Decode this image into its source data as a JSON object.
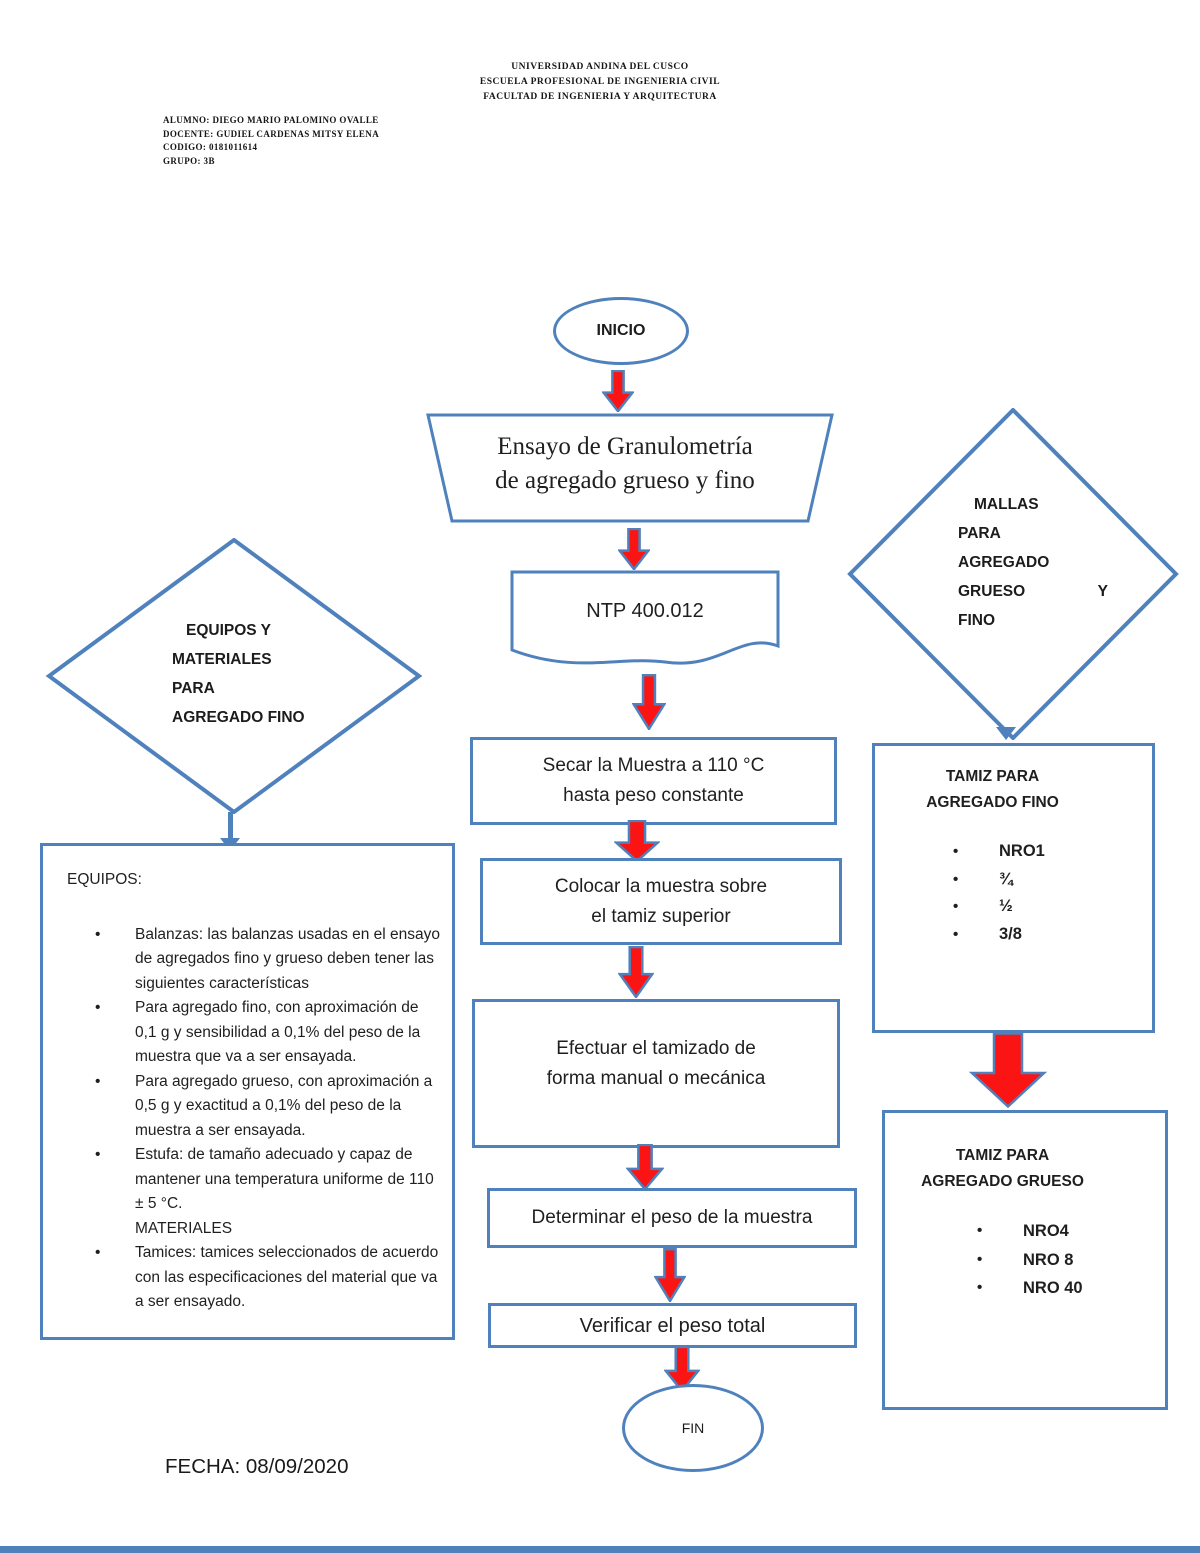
{
  "colors": {
    "shape_border": "#4f81bd",
    "arrow_fill": "#fb1414",
    "arrow_border": "#4f81bd",
    "bottom_bar": "#4f81bd"
  },
  "header": {
    "line1": "UNIVERSIDAD ANDINA DEL CUSCO",
    "line2": "ESCUELA PROFESIONAL DE INGENIERIA CIVIL",
    "line3": "FACULTAD DE INGENIERIA Y ARQUITECTURA"
  },
  "student": {
    "alumno": "ALUMNO: DIEGO MARIO PALOMINO OVALLE",
    "docente": "DOCENTE: GUDIEL CARDENAS MITSY ELENA",
    "codigo": "CODIGO: 0181011614",
    "grupo": "GRUPO: 3B"
  },
  "flow": {
    "start": "INICIO",
    "title_line1": "Ensayo de Granulometría",
    "title_line2": "de agregado grueso y fino",
    "document": "NTP 400.012",
    "steps": [
      {
        "line1": "Secar la Muestra a 110 °C",
        "line2": "hasta peso constante"
      },
      {
        "line1": "Colocar la muestra sobre",
        "line2": "el tamiz superior"
      },
      {
        "line1": "Efectuar el tamizado de",
        "line2": "forma manual o mecánica"
      },
      {
        "line1": "Determinar el peso de la muestra"
      },
      {
        "line1": "Verificar el peso total"
      }
    ],
    "end": "FIN"
  },
  "equipos_diamond": {
    "lines": [
      "EQUIPOS Y",
      "MATERIALES",
      "PARA",
      "AGREGADO FINO"
    ]
  },
  "equipos_box": {
    "heading": "EQUIPOS:",
    "items": [
      "Balanzas: las balanzas usadas en el ensayo de agregados fino y grueso deben tener las siguientes características",
      "Para agregado fino, con aproximación de 0,1 g y sensibilidad a 0,1% del peso de la muestra que va a ser ensayada.",
      "Para agregado grueso, con aproximación a 0,5 g y exactitud a 0,1% del peso de la muestra a ser ensayada.",
      "Estufa: de tamaño adecuado y capaz de mantener una temperatura uniforme de 110 ± 5 °C.",
      "MATERIALES",
      "Tamices: tamices seleccionados de acuerdo con las especificaciones del material que va a ser ensayado."
    ]
  },
  "mallas_diamond": {
    "line1": "MALLAS",
    "line2": "PARA",
    "line3": "AGREGADO",
    "line4a": "GRUESO",
    "line4b": "Y",
    "line5": "FINO"
  },
  "tamiz_fino_box": {
    "title_line1": "TAMIZ PARA",
    "title_line2": "AGREGADO FINO",
    "bullets": [
      "NRO1",
      "¾",
      "½",
      "3/8"
    ]
  },
  "tamiz_grueso_box": {
    "title_line1": "TAMIZ PARA",
    "title_line2": "AGREGADO GRUESO",
    "bullets": [
      "NRO4",
      "NRO 8",
      "NRO 40"
    ]
  },
  "footer": {
    "fecha": "FECHA: 08/09/2020"
  }
}
